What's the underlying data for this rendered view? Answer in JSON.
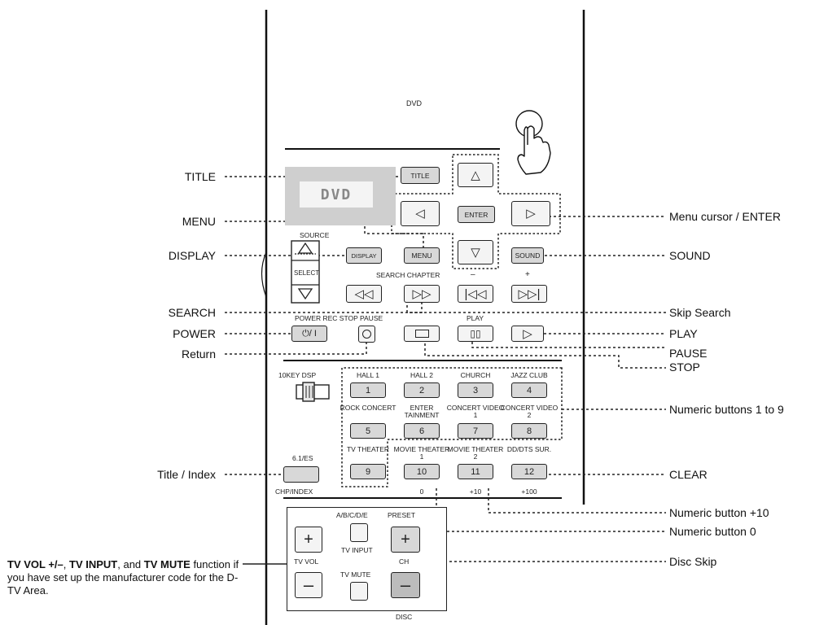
{
  "remote": {
    "mode_label": "DVD",
    "lcd_text": "DVD",
    "source_label": "SOURCE",
    "select_label": "SELECT",
    "search_chapter_label": "SEARCH CHAPTER",
    "minus": "–",
    "plus": "+",
    "power_row_label": "POWER REC STOP PAUSE",
    "play_label": "PLAY",
    "keydsp_label": "10KEY DSP",
    "es_label": "6.1/ES",
    "chp_index_label": "CHP/INDEX",
    "buttons": {
      "title": "TITLE",
      "enter": "ENTER",
      "display": "DISPLAY",
      "menu": "MENU",
      "sound": "SOUND"
    },
    "numeric": [
      {
        "top": "HALL 1",
        "num": "1"
      },
      {
        "top": "HALL 2",
        "num": "2"
      },
      {
        "top": "CHURCH",
        "num": "3"
      },
      {
        "top": "JAZZ CLUB",
        "num": "4"
      },
      {
        "top": "ROCK CONCERT",
        "num": "5"
      },
      {
        "top": "ENTER TAINMENT",
        "num": "6"
      },
      {
        "top": "CONCERT VIDEO 1",
        "num": "7"
      },
      {
        "top": "CONCERT VIDEO 2",
        "num": "8"
      },
      {
        "top": "TV THEATER",
        "num": "9"
      },
      {
        "top": "MOVIE THEATER 1",
        "num": "10",
        "bottom": "0"
      },
      {
        "top": "MOVIE THEATER 2",
        "num": "11",
        "bottom": "+10"
      },
      {
        "top": "DD/DTS SUR.",
        "num": "12",
        "bottom": "+100"
      }
    ],
    "bottom": {
      "abcdef": "A/B/C/D/E",
      "preset": "PRESET",
      "tv_input": "TV INPUT",
      "tv_vol": "TV VOL",
      "tv_mute": "TV MUTE",
      "ch": "CH",
      "disc": "DISC"
    }
  },
  "callouts_left": {
    "title": "TITLE",
    "menu": "MENU",
    "display": "DISPLAY",
    "search": "SEARCH",
    "power": "POWER",
    "return": "Return",
    "title_index": "Title / Index"
  },
  "callouts_right": {
    "menu_cursor": "Menu cursor / ENTER",
    "sound": "SOUND",
    "skip_search": "Skip Search",
    "play": "PLAY",
    "pause": "PAUSE",
    "stop": "STOP",
    "numeric_1_9": "Numeric buttons 1 to 9",
    "clear": "CLEAR",
    "numeric_plus10": "Numeric button +10",
    "numeric_0": "Numeric button 0",
    "disc_skip": "Disc Skip"
  },
  "note": {
    "b1": "TV VOL +/–",
    "t1": ", ",
    "b2": "TV INPUT",
    "t2": ", and ",
    "b3": "TV MUTE",
    "t3": " function if you have set up the manufacturer code for the D-TV Area."
  }
}
